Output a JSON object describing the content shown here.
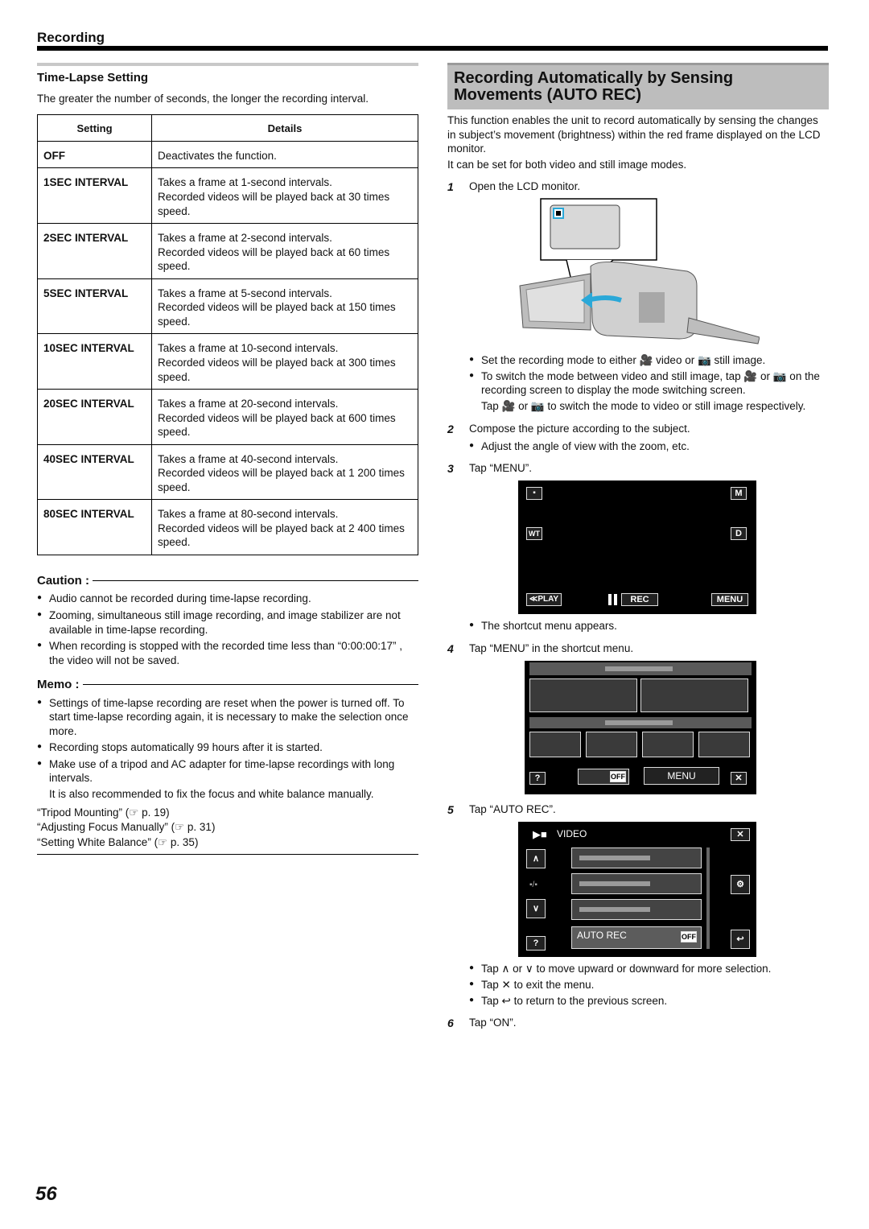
{
  "header": {
    "section": "Recording"
  },
  "left": {
    "heading": "Time-Lapse Setting",
    "intro": "The greater the number of seconds, the longer the recording interval.",
    "table": {
      "col_setting": "Setting",
      "col_details": "Details",
      "rows": [
        {
          "setting": "OFF",
          "details": [
            "Deactivates the function."
          ]
        },
        {
          "setting": "1SEC INTERVAL",
          "details": [
            "Takes a frame at 1-second intervals.",
            "Recorded videos will be played back at 30 times speed."
          ]
        },
        {
          "setting": "2SEC INTERVAL",
          "details": [
            "Takes a frame at 2-second intervals.",
            "Recorded videos will be played back at 60 times speed."
          ]
        },
        {
          "setting": "5SEC INTERVAL",
          "details": [
            "Takes a frame at 5-second intervals.",
            "Recorded videos will be played back at 150 times speed."
          ]
        },
        {
          "setting": "10SEC INTERVAL",
          "details": [
            "Takes a frame at 10-second intervals.",
            "Recorded videos will be played back at 300 times speed."
          ]
        },
        {
          "setting": "20SEC INTERVAL",
          "details": [
            "Takes a frame at 20-second intervals.",
            "Recorded videos will be played back at 600 times speed."
          ]
        },
        {
          "setting": "40SEC INTERVAL",
          "details": [
            "Takes a frame at 40-second intervals.",
            "Recorded videos will be played back at 1 200 times speed."
          ]
        },
        {
          "setting": "80SEC INTERVAL",
          "details": [
            "Takes a frame at 80-second intervals.",
            "Recorded videos will be played back at 2 400 times speed."
          ]
        }
      ]
    },
    "caution": {
      "label": "Caution :",
      "items": [
        "Audio cannot be recorded during time-lapse recording.",
        "Zooming, simultaneous still image recording, and image stabilizer are not available in time-lapse recording.",
        "When recording is stopped with the recorded time less than “0:00:00:17” , the video will not be saved."
      ]
    },
    "memo": {
      "label": "Memo :",
      "items": [
        "Settings of time-lapse recording are reset when the power is turned off. To start time-lapse recording again, it is necessary to make the selection once more.",
        "Recording stops automatically 99 hours after it is started.",
        "Make use of a tripod and AC adapter for time-lapse recordings with long intervals."
      ],
      "note": "It is also recommended to fix the focus and white balance manually.",
      "refs": [
        "“Tripod Mounting” (☞ p. 19)",
        "“Adjusting Focus Manually” (☞ p. 31)",
        "“Setting White Balance” (☞ p. 35)"
      ]
    }
  },
  "right": {
    "title_line1": "Recording Automatically by Sensing",
    "title_line2": "Movements (AUTO REC)",
    "para1": "This function enables the unit to record automatically by sensing the changes in subject’s movement (brightness) within the red frame displayed on the LCD monitor.",
    "para2": "It can be set for both video and still image modes.",
    "step1": {
      "num": "1",
      "text": "Open the LCD monitor."
    },
    "step1_bullets": [
      "Set the recording mode to either 🎥 video or 📷 still image.",
      "To switch the mode between video and still image, tap 🎥 or 📷 on the recording screen to display the mode switching screen."
    ],
    "step1_note": "Tap 🎥 or 📷 to switch the mode to video or still image respectively.",
    "step2": {
      "num": "2",
      "text": "Compose the picture according to the subject."
    },
    "step2_bullet": "Adjust the angle of view with the zoom, etc.",
    "step3": {
      "num": "3",
      "text": "Tap “MENU”."
    },
    "screen1": {
      "m": "M",
      "wt": "WT",
      "d": "D",
      "play": "≪PLAY",
      "rec": "REC",
      "menu": "MENU"
    },
    "step3_bullet": "The shortcut menu appears.",
    "step4": {
      "num": "4",
      "text": "Tap “MENU” in the shortcut menu."
    },
    "screen2": {
      "help": "?",
      "off": "OFF",
      "menu": "MENU",
      "close": "✕"
    },
    "step5": {
      "num": "5",
      "text": "Tap “AUTO REC”."
    },
    "screen3": {
      "video": "VIDEO",
      "autorec": "AUTO REC",
      "off": "OFF",
      "help": "?"
    },
    "step5_bullets": [
      "Tap ∧ or ∨ to move upward or downward for more selection.",
      "Tap ✕ to exit the menu.",
      "Tap ↩ to return to the previous screen."
    ],
    "step6": {
      "num": "6",
      "text": "Tap “ON”."
    }
  },
  "page_number": "56"
}
